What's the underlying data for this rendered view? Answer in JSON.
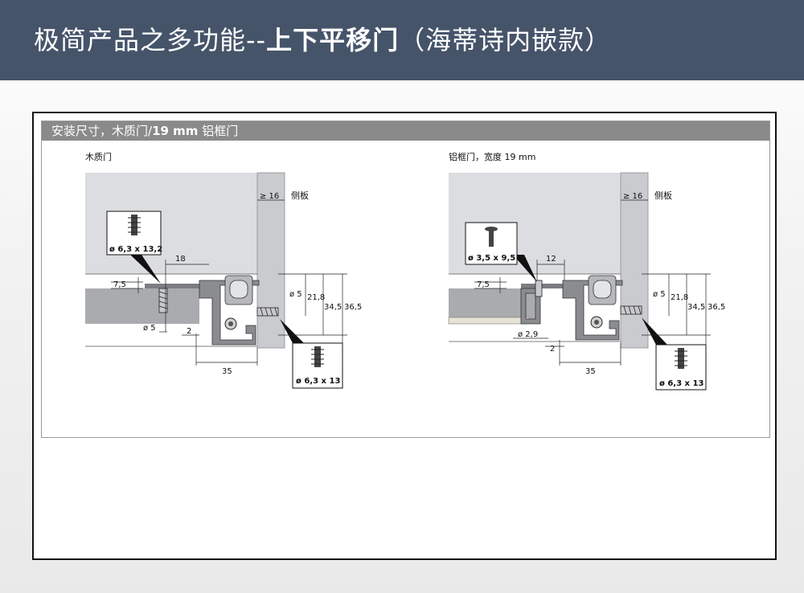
{
  "title": {
    "prefix": "极简产品之多功能--",
    "highlight": "上下平移门",
    "suffix": "（海蒂诗内嵌款）"
  },
  "panel": {
    "header_part1": "安装尺寸，木质门/",
    "header_part2": "19 mm",
    "header_part3": " 铝框门"
  },
  "left": {
    "caption": "木质门",
    "side_panel_dim": "≥ 16",
    "side_panel_label": "侧板",
    "screw_top_label": "ø 6,3 x 13,2",
    "screw_bottom_label": "ø 6,3 x 13",
    "dim_18": "18",
    "dim_7_5": "7,5",
    "dim_d5_left": "ø 5",
    "dim_2": "2",
    "dim_35": "35",
    "dim_d5_right": "ø 5",
    "dim_21_8": "21,8",
    "dim_34_5": "34,5",
    "dim_36_5": "36,5"
  },
  "right": {
    "caption": "铝框门，宽度 19 mm",
    "side_panel_dim": "≥ 16",
    "side_panel_label": "侧板",
    "screw_top_label": "ø 3,5 x 9,5",
    "screw_bottom_label": "ø 6,3 x 13",
    "dim_12": "12",
    "dim_7_5": "7,5",
    "dim_d2_9": "ø 2,9",
    "dim_2": "2",
    "dim_35": "35",
    "dim_d5_right": "ø 5",
    "dim_21_8": "21,8",
    "dim_34_5": "34,5",
    "dim_36_5": "36,5"
  },
  "colors": {
    "title_bar": "#46546a",
    "panel_header": "#8a8a8a",
    "cabinet_light": "#dcdde0",
    "side_panel": "#c9cbcf",
    "door": "#a9abae",
    "metal": "#808285"
  }
}
